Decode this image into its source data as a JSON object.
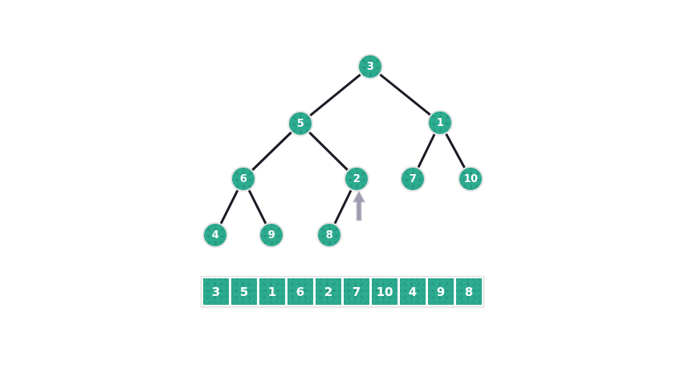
{
  "tree": {
    "nodes": [
      {
        "value": "3"
      },
      {
        "value": "5"
      },
      {
        "value": "1"
      },
      {
        "value": "6"
      },
      {
        "value": "2"
      },
      {
        "value": "7"
      },
      {
        "value": "10"
      },
      {
        "value": "4"
      },
      {
        "value": "9"
      },
      {
        "value": "8"
      }
    ],
    "edges": [
      [
        "3",
        "5"
      ],
      [
        "3",
        "1"
      ],
      [
        "5",
        "6"
      ],
      [
        "5",
        "2"
      ],
      [
        "1",
        "7"
      ],
      [
        "1",
        "10"
      ],
      [
        "6",
        "4"
      ],
      [
        "6",
        "9"
      ],
      [
        "2",
        "8"
      ]
    ]
  },
  "array": {
    "values": [
      "3",
      "5",
      "1",
      "6",
      "2",
      "7",
      "10",
      "4",
      "9",
      "8"
    ]
  },
  "pointer": {
    "target_value": "2",
    "direction": "up"
  },
  "colors": {
    "node_fill": "#2cab8f",
    "node_border": "#e4e4e4",
    "edge": "#1b1b26",
    "arrow": "#9c9cae",
    "text": "#ffffff",
    "background": "#ffffff"
  }
}
